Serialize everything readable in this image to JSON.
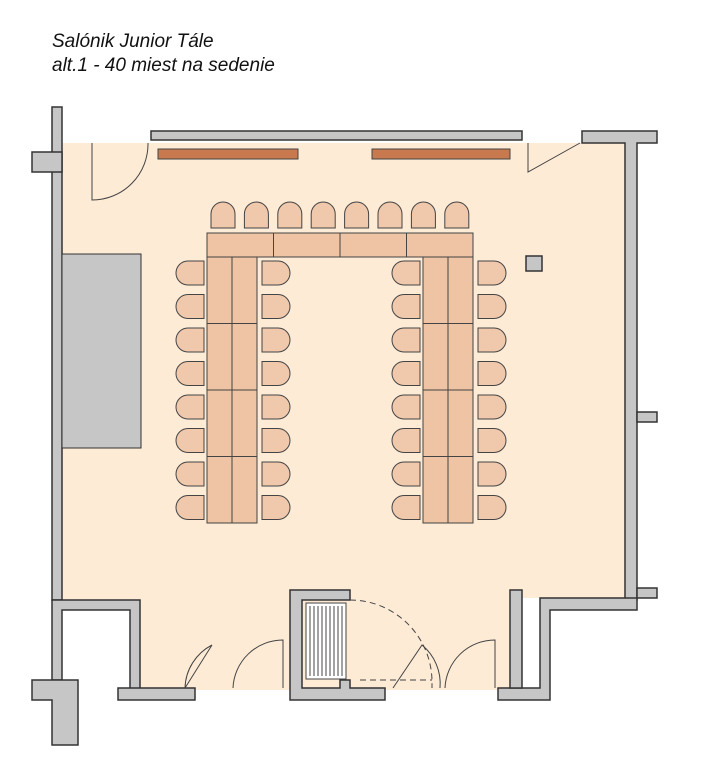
{
  "title": {
    "line1": "Salónik Junior Tále",
    "line2": "alt.1 - 40 miest na sedenie"
  },
  "colors": {
    "room_floor": "#fdebd6",
    "table_fill": "#eec4a4",
    "chair_fill": "#f0c9ad",
    "wall_fill": "#c6c6c6",
    "wall_stroke": "#333333",
    "panel_fill": "#c87a4e",
    "line": "#444444"
  },
  "layout": {
    "type": "U-shape",
    "seats_total": 40,
    "top_row_chairs": 8,
    "left_leg_chairs_per_side": 8,
    "right_leg_chairs_per_side": 8
  }
}
